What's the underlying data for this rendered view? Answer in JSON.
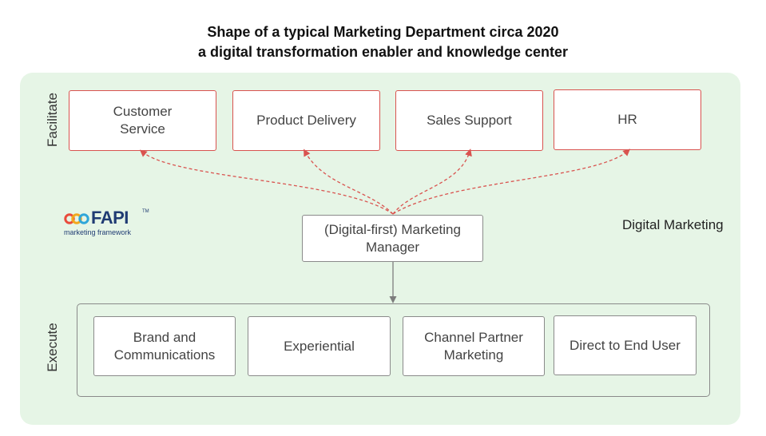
{
  "title": {
    "line1": "Shape of a typical Marketing Department circa 2020",
    "line2": "a digital transformation enabler and knowledge center"
  },
  "facilitate": {
    "label": "Facilitate",
    "boxes": [
      {
        "line1": "Customer",
        "line2": "Service"
      },
      {
        "line1": "Product Delivery",
        "line2": ""
      },
      {
        "line1": "Sales Support",
        "line2": ""
      },
      {
        "line1": "HR",
        "line2": ""
      }
    ]
  },
  "manager": {
    "line1": "(Digital-first) Marketing",
    "line2": "Manager"
  },
  "side_label": "Digital Marketing",
  "logo": {
    "brand": "FAPI",
    "tm": "TM",
    "tagline": "marketing framework"
  },
  "execute": {
    "label": "Execute",
    "boxes": [
      {
        "line1": "Brand and",
        "line2": "Communications"
      },
      {
        "line1": "Experiential",
        "line2": ""
      },
      {
        "line1": "Channel Partner",
        "line2": "Marketing"
      },
      {
        "line1": "Direct to End User",
        "line2": ""
      }
    ]
  },
  "colors": {
    "panel": "#e6f5e6",
    "facilitate_border": "#d9534f",
    "arrow": "#d9534f",
    "neutral_border": "#8a8a8a"
  }
}
